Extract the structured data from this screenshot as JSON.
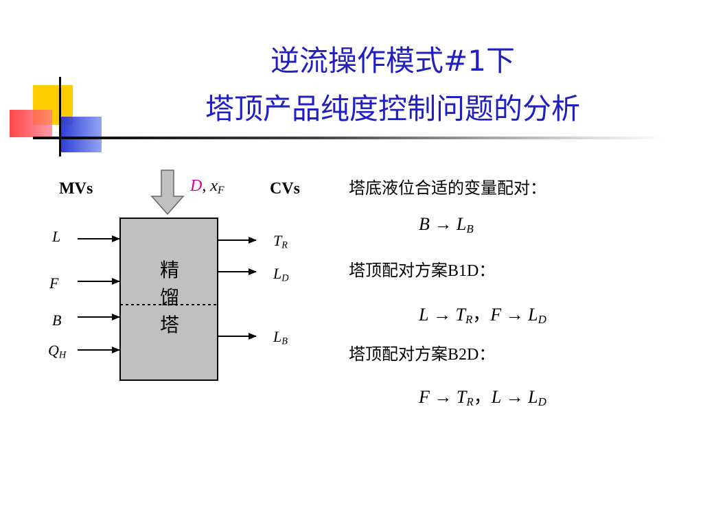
{
  "title": {
    "line1": "逆流操作模式#1下",
    "line2": "塔顶产品纯度控制问题的分析"
  },
  "diagram": {
    "mvs_label": "MVs",
    "cvs_label": "CVs",
    "feed_label": "D",
    "feed_sep": ", ",
    "feed_x": "x",
    "feed_x_sub": "F",
    "column_label": "精馏塔",
    "inputs": [
      {
        "main": "L",
        "sub": ""
      },
      {
        "main": "F",
        "sub": ""
      },
      {
        "main": "B",
        "sub": ""
      },
      {
        "main": "Q",
        "sub": "H"
      }
    ],
    "outputs": [
      {
        "main": "T",
        "sub": "R"
      },
      {
        "main": "L",
        "sub": "D"
      },
      {
        "main": "L",
        "sub": "B"
      }
    ],
    "colors": {
      "feed_D": "#e000a0",
      "column_fill": "#c0c0c0",
      "title": "#2020c0"
    }
  },
  "right": {
    "bottom_level_heading": "塔底液位合适的变量配对：",
    "pair_bottom": {
      "lhs": "B",
      "rhs": "L",
      "rhs_sub": "B"
    },
    "b1d_prefix": "塔顶配对方案",
    "b1d_code": "B1D",
    "b1d_suffix": "：",
    "b1d_pairs": [
      {
        "lhs": "L",
        "rhs": "T",
        "rhs_sub": "R"
      },
      {
        "lhs": "F",
        "rhs": "L",
        "rhs_sub": "D"
      }
    ],
    "b2d_prefix": "塔顶配对方案",
    "b2d_code": "B2D",
    "b2d_suffix": "：",
    "b2d_pairs": [
      {
        "lhs": "F",
        "rhs": "T",
        "rhs_sub": "R"
      },
      {
        "lhs": "L",
        "rhs": "L",
        "rhs_sub": "D"
      }
    ],
    "arrow": "→",
    "pair_sep": "，"
  }
}
